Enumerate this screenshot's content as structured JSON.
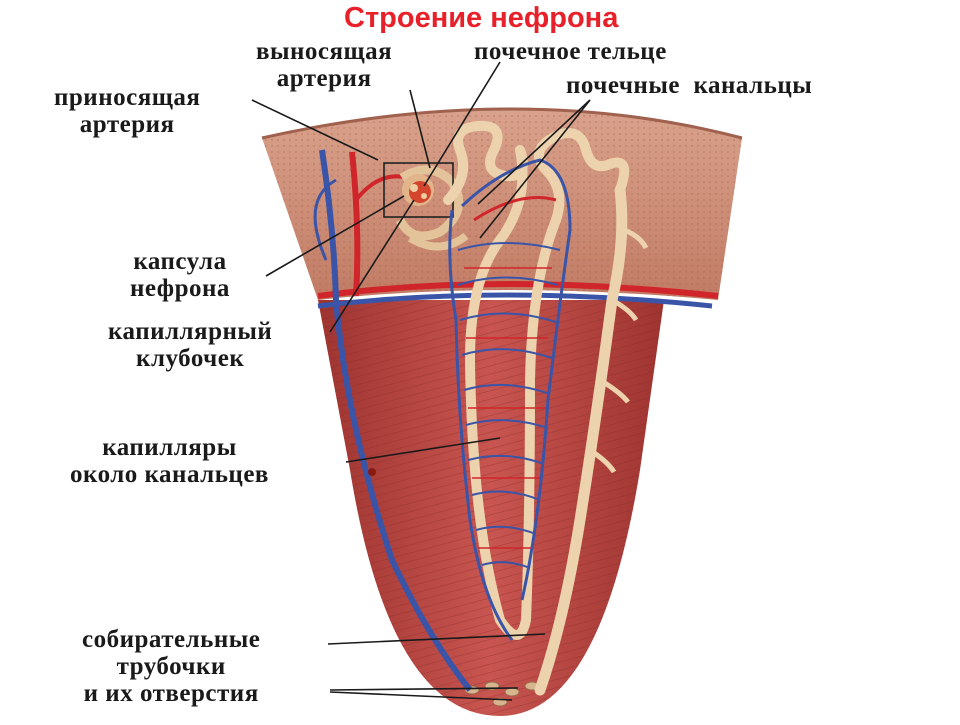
{
  "title": "Строение нефрона",
  "labels": {
    "efferent_artery": [
      "выносящая",
      "артерия"
    ],
    "renal_corpuscle": "почечное тельце",
    "renal_tubules": "почечные  канальцы",
    "afferent_artery": [
      "приносящая",
      "артерия"
    ],
    "nephron_capsule": [
      "капсула",
      "нефрона"
    ],
    "capillary_glomerulus": [
      "капиллярный",
      "клубочек"
    ],
    "peritubular_capillaries": [
      "капилляры",
      "около канальцев"
    ],
    "collecting_ducts": [
      "собирательные",
      "трубочки",
      "и их отверстия"
    ]
  },
  "colors": {
    "title": "#e8202a",
    "cortex": "#c98870",
    "medulla": "#b8433c",
    "artery": "#d0252a",
    "vein": "#3a55a8",
    "tubule": "#f0d8b4"
  }
}
